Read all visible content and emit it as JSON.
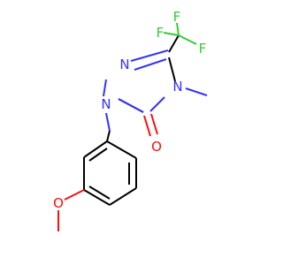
{
  "molecule": {
    "atoms": {
      "n1": "N",
      "n2": "N",
      "n4": "N",
      "o_carbonyl": "O",
      "o_methoxy": "O",
      "f1": "F",
      "f2": "F",
      "f3": "F"
    },
    "colors": {
      "carbon": "#000000",
      "nitrogen": "#3333ff",
      "oxygen": "#ff0d0d",
      "fluorine": "#33cc33"
    }
  }
}
